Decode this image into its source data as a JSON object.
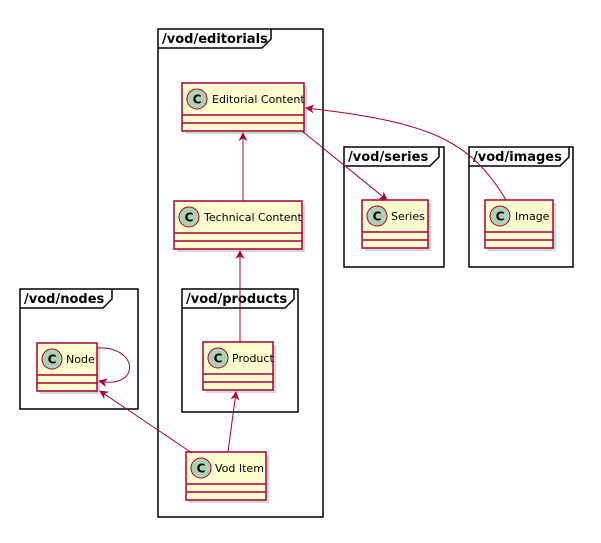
{
  "colors": {
    "class_fill": "#FEFECE",
    "class_border": "#A80036",
    "arrow": "#A80036",
    "circle_fill": "#ADD1B2",
    "package_border": "#000000",
    "package_fill": "#FFFFFF",
    "shadow": "#BBBBBB"
  },
  "packages": {
    "editorials": {
      "title": "/vod/editorials"
    },
    "products": {
      "title": "/vod/products"
    },
    "series": {
      "title": "/vod/series"
    },
    "images": {
      "title": "/vod/images"
    },
    "nodes": {
      "title": "/vod/nodes"
    }
  },
  "classes": {
    "editorial_content": {
      "stereotype": "C",
      "label": "Editorial Content"
    },
    "technical_content": {
      "stereotype": "C",
      "label": "Technical Content"
    },
    "product": {
      "stereotype": "C",
      "label": "Product"
    },
    "vod_item": {
      "stereotype": "C",
      "label": "Vod Item"
    },
    "series": {
      "stereotype": "C",
      "label": "Series"
    },
    "image": {
      "stereotype": "C",
      "label": "Image"
    },
    "node": {
      "stereotype": "C",
      "label": "Node"
    }
  },
  "relations": [
    {
      "from": "technical_content",
      "to": "editorial_content"
    },
    {
      "from": "product",
      "to": "technical_content"
    },
    {
      "from": "vod_item",
      "to": "product"
    },
    {
      "from": "vod_item",
      "to": "node"
    },
    {
      "from": "node",
      "to": "node"
    },
    {
      "from": "editorial_content",
      "to": "series"
    },
    {
      "from": "image",
      "to": "editorial_content"
    }
  ]
}
